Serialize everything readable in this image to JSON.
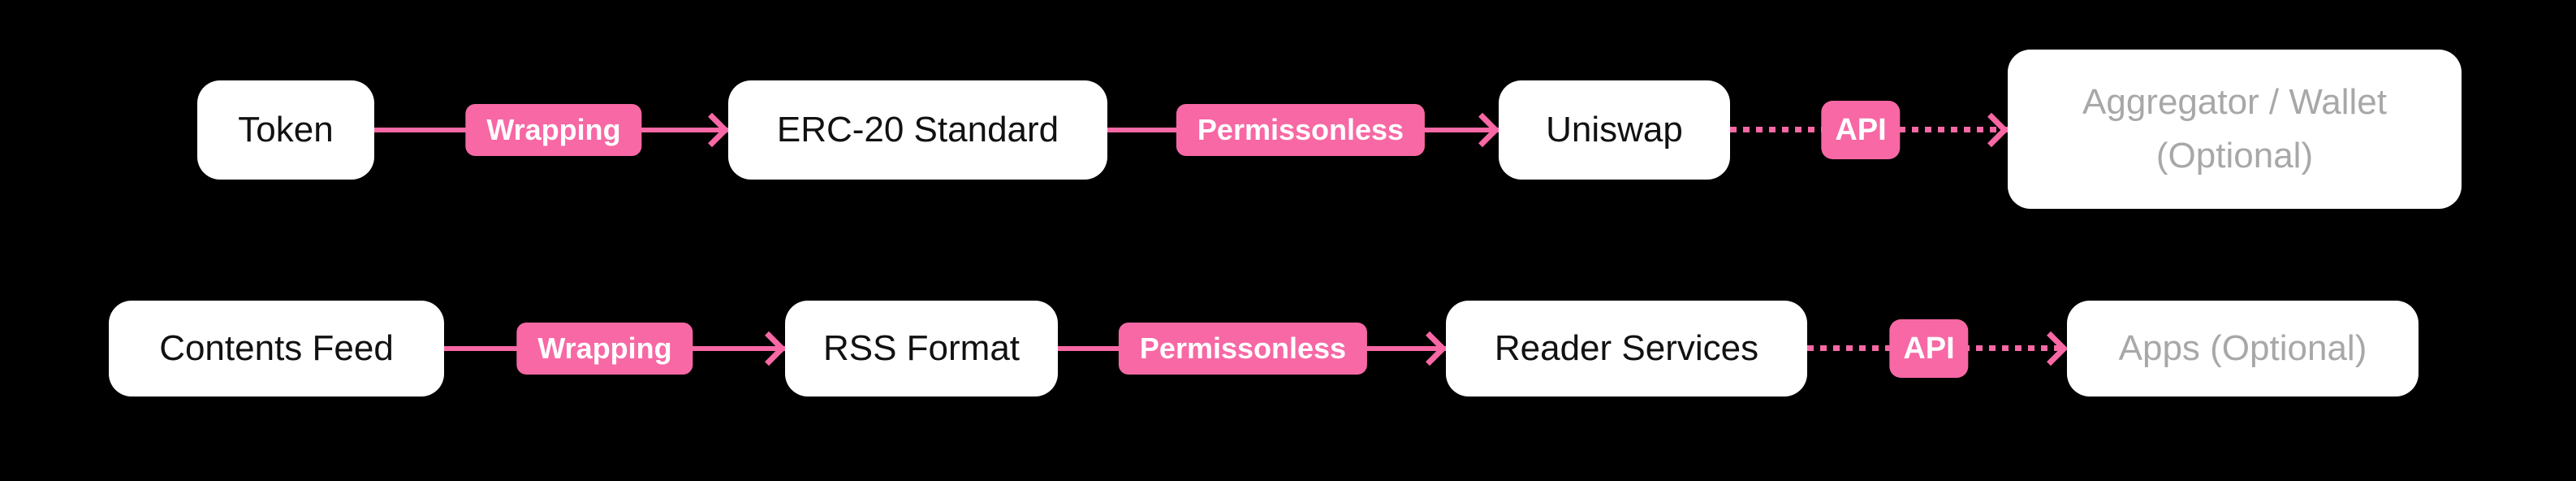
{
  "colors": {
    "background": "#000000",
    "box_bg": "#ffffff",
    "box_text": "#111111",
    "optional_text": "#a8a8a8",
    "pink": "#f768a4",
    "badge_text": "#ffffff"
  },
  "diagram": {
    "rows": [
      {
        "name": "token-flow",
        "nodes": [
          {
            "label": "Token",
            "optional": false
          },
          {
            "label": "ERC-20 Standard",
            "optional": false
          },
          {
            "label": "Uniswap",
            "optional": false
          },
          {
            "label": "Aggregator / Wallet (Optional)",
            "optional": true
          }
        ],
        "connectors": [
          {
            "label": "Wrapping",
            "style": "solid"
          },
          {
            "label": "Permissonless",
            "style": "solid"
          },
          {
            "label": "API",
            "style": "dotted"
          }
        ]
      },
      {
        "name": "content-flow",
        "nodes": [
          {
            "label": "Contents Feed",
            "optional": false
          },
          {
            "label": "RSS Format",
            "optional": false
          },
          {
            "label": "Reader Services",
            "optional": false
          },
          {
            "label": "Apps (Optional)",
            "optional": true
          }
        ],
        "connectors": [
          {
            "label": "Wrapping",
            "style": "solid"
          },
          {
            "label": "Permissonless",
            "style": "solid"
          },
          {
            "label": "API",
            "style": "dotted"
          }
        ]
      }
    ]
  }
}
